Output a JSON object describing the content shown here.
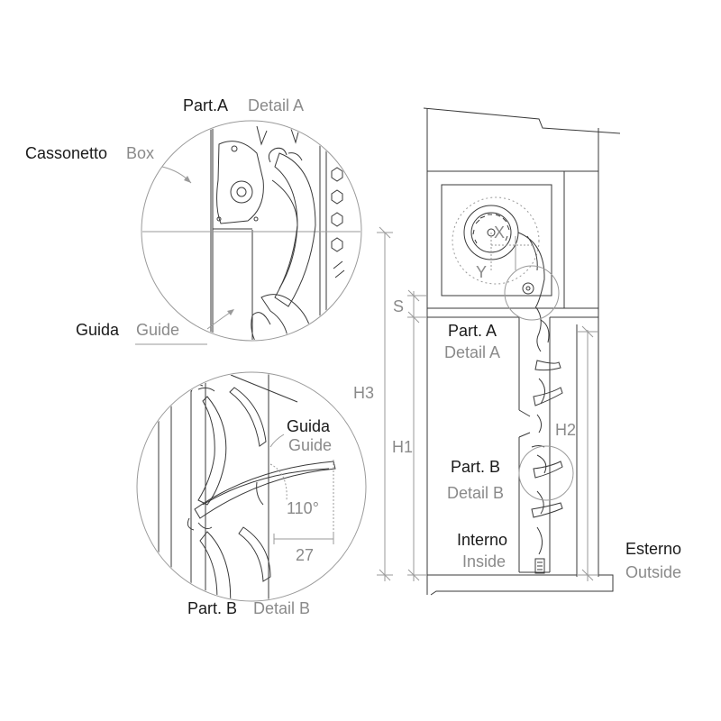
{
  "labels": {
    "detail_a_title_it": "Part.A",
    "detail_a_title_en": "Detail A",
    "box_it": "Cassonetto",
    "box_en": "Box",
    "guide_it": "Guida",
    "guide_en": "Guide",
    "detail_b_guide_it": "Guida",
    "detail_b_guide_en": "Guide",
    "angle": "110°",
    "offset": "27",
    "detail_b_title_it": "Part. B",
    "detail_b_title_en": "Detail B",
    "dim_x": "X",
    "dim_y": "Y",
    "dim_s": "S",
    "dim_h3": "H3",
    "dim_h1": "H1",
    "dim_h2": "H2",
    "section_a_it": "Part. A",
    "section_a_en": "Detail A",
    "section_b_it": "Part. B",
    "section_b_en": "Detail B",
    "inside_it": "Interno",
    "inside_en": "Inside",
    "outside_it": "Esterno",
    "outside_en": "Outside"
  },
  "colors": {
    "line": "#3a3a3a",
    "thin_line": "#9a9a9a",
    "text_dark": "#1a1a1a",
    "text_grey": "#8a8a8a"
  }
}
